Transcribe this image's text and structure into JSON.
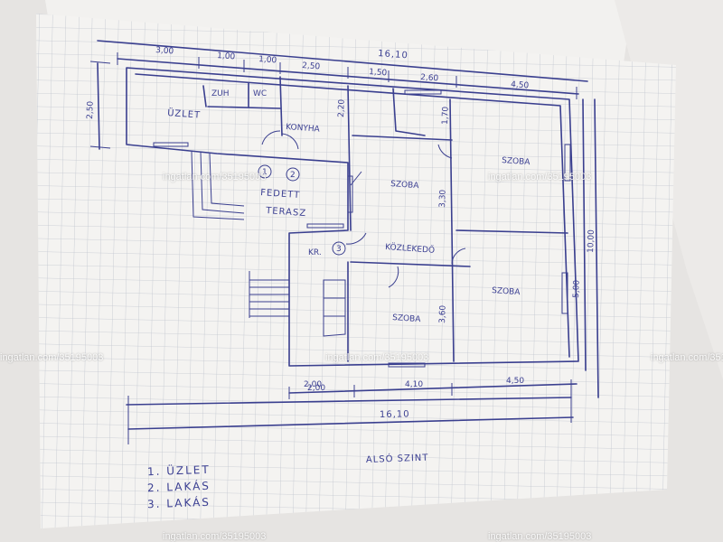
{
  "plan": {
    "total_width_top": "16,10",
    "top_dims": [
      "3,00",
      "1,00",
      "1,00",
      "2,50",
      "1,50",
      "2,60",
      "4,50"
    ],
    "left_height": "2,50",
    "rooms": {
      "uzlet": "ÜZLET",
      "wc1": "ZUH",
      "wc2": "WC",
      "konyha": "KONYHA",
      "fedett_terasz_1": "FEDETT",
      "fedett_terasz_2": "TERASZ",
      "szoba_1": "SZOBA",
      "szoba_2": "SZOBA",
      "szoba_3": "SZOBA",
      "szoba_4": "SZOBA",
      "kozlekedo": "KÖZLEKEDŐ",
      "kr": "KR."
    },
    "interior_dims": [
      "2,20",
      "1,70",
      "3,30",
      "3,60",
      "2,00"
    ],
    "bottom_dims": [
      "2,00",
      "4,10",
      "4,50"
    ],
    "bottom_total": "16,10",
    "right_dims": [
      "10,00",
      "5,00"
    ],
    "markers": [
      "1",
      "2",
      "3"
    ],
    "title": "ALSÓ SZINT"
  },
  "legend": [
    "1. ÜZLET",
    "2. LAKÁS",
    "3. LAKÁS"
  ],
  "watermark": "ingatlan.com/35195003",
  "colors": {
    "paper": "#f4f3f1",
    "grid": "#b8bdc9",
    "ink": "#3a3f8f",
    "background": "#e6e4e2"
  }
}
